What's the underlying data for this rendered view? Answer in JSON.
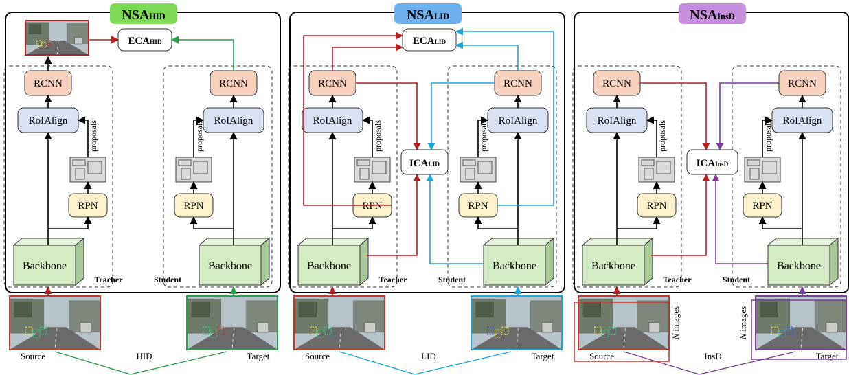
{
  "panels": [
    {
      "key": "hid",
      "title_main": "NSA",
      "title_sub": "HID",
      "title_color": "#7ed957",
      "eca": {
        "main": "ECA",
        "sub": "HID",
        "color": "#2e9e4a"
      },
      "ica": null,
      "teacher_label": "Teacher",
      "student_label": "Student",
      "source_label": "Source",
      "target_label": "Target",
      "adapt_label": "HID",
      "n_images_label": "",
      "source_frame_color": "#c0392b",
      "target_frame_color": "#2e9e4a"
    },
    {
      "key": "lid",
      "title_main": "NSA",
      "title_sub": "LID",
      "title_color": "#6fb1ee",
      "eca": {
        "main": "ECA",
        "sub": "LID",
        "color": "#1ca7d8"
      },
      "ica": {
        "main": "ICA",
        "sub": "LID",
        "color": "#1ca7d8"
      },
      "teacher_label": "Teacher",
      "student_label": "Student",
      "source_label": "Source",
      "target_label": "Target",
      "adapt_label": "LID",
      "n_images_label": "",
      "source_frame_color": "#c0392b",
      "target_frame_color": "#1ca7d8"
    },
    {
      "key": "insd",
      "title_main": "NSA",
      "title_sub": "InsD",
      "title_color": "#c58fdc",
      "eca": null,
      "ica": {
        "main": "ICA",
        "sub": "InsD",
        "color": "#7d3c98"
      },
      "teacher_label": "Teacher",
      "student_label": "Student",
      "source_label": "Source",
      "target_label": "Target",
      "adapt_label": "InsD",
      "n_images_label": "images",
      "n_images_var": "N",
      "source_frame_color": "#c0392b",
      "target_frame_color": "#7d3c98"
    }
  ],
  "blocks": {
    "rcnn": "RCNN",
    "roialign": "RoIAlign",
    "rpn": "RPN",
    "backbone": "Backbone",
    "proposals": "proposals"
  },
  "colors": {
    "rcnn_fill": "#f8d2bf",
    "roi_fill": "#d8e2f2",
    "rpn_fill": "#fdf1cc",
    "proposal_fill": "#d9d9d9",
    "backbone_front": "#d4ecc6",
    "backbone_top": "#e7f4de",
    "backbone_side": "#a9c99a",
    "red_arrow": "#b22222",
    "green_arrow": "#2e9e4a",
    "blue_arrow": "#1ca7d8",
    "purple_arrow": "#7d3c98",
    "sky": "#b8c4cc",
    "road": "#6a6a6a"
  }
}
